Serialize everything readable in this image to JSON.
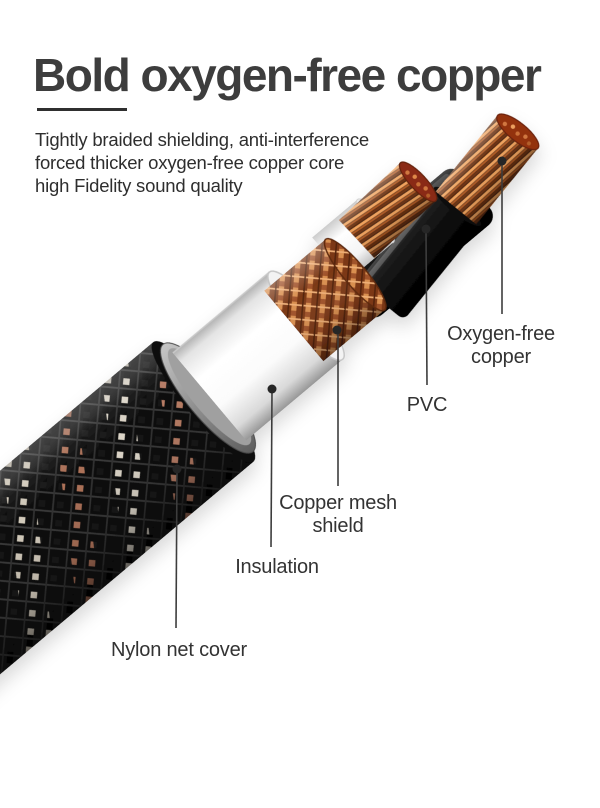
{
  "header": {
    "title": "Bold oxygen-free copper",
    "description_lines": [
      "Tightly braided shielding, anti-interference",
      "forced thicker oxygen-free copper core",
      "high Fidelity sound quality"
    ]
  },
  "diagram": {
    "subject": "speaker cable cutaway",
    "labels": [
      {
        "id": "oxygen-free-copper",
        "lines": [
          "Oxygen-free",
          "copper"
        ]
      },
      {
        "id": "pvc",
        "lines": [
          "PVC"
        ]
      },
      {
        "id": "copper-mesh-shield",
        "lines": [
          "Copper mesh",
          "shield"
        ]
      },
      {
        "id": "insulation",
        "lines": [
          "Insulation"
        ]
      },
      {
        "id": "nylon-net-cover",
        "lines": [
          "Nylon net cover"
        ]
      }
    ],
    "colors": {
      "copper_strand": "#c0652e",
      "copper_mesh": "#b05c30",
      "pvc_black": "#111111",
      "insulation_white": "#f7f7f7",
      "braid_black": "#171717",
      "braid_stripe_white": "#ddd6c9",
      "braid_stripe_pink": "#b97e66",
      "ring_gray": "#8e8e8e",
      "text_dark": "#333333"
    }
  }
}
